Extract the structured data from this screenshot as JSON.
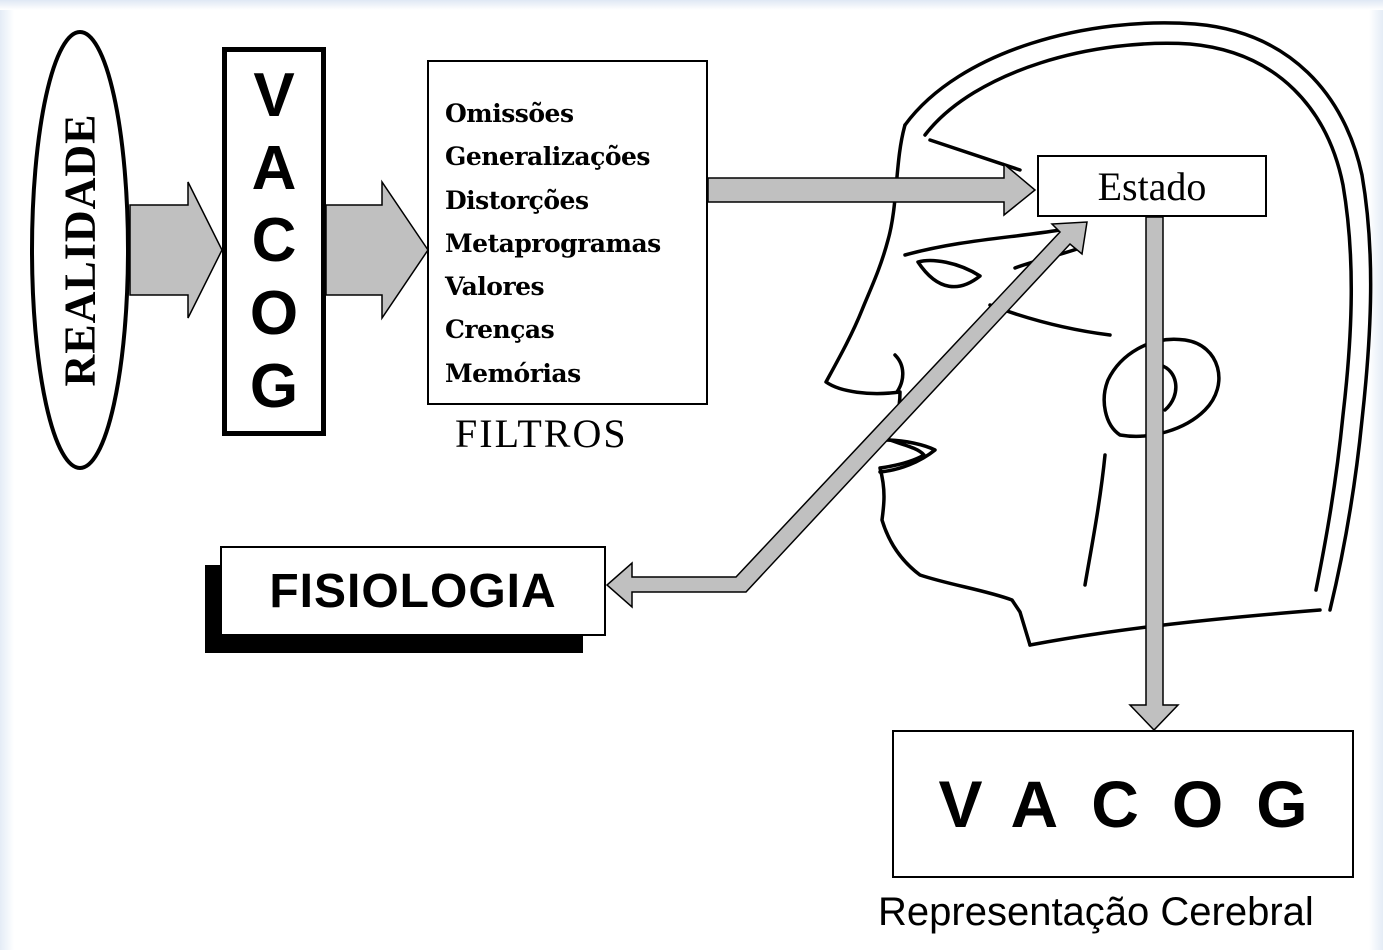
{
  "diagram": {
    "realidade": "REALIDADE",
    "vacog_vertical": [
      "V",
      "A",
      "C",
      "O",
      "G"
    ],
    "filters": [
      "Omissões",
      "Generalizações",
      "Distorções",
      "Metaprogramas",
      "Valores",
      "Crenças",
      "Memórias"
    ],
    "filtros_label": "FILTROS",
    "estado": "Estado",
    "fisiologia": "FISIOLOGIA",
    "vacog_horizontal": "VACOG",
    "representacao_label": "Representação Cerebral"
  },
  "colors": {
    "arrow_fill": "#c0c0c0",
    "stroke": "#000000",
    "background": "#ffffff"
  }
}
